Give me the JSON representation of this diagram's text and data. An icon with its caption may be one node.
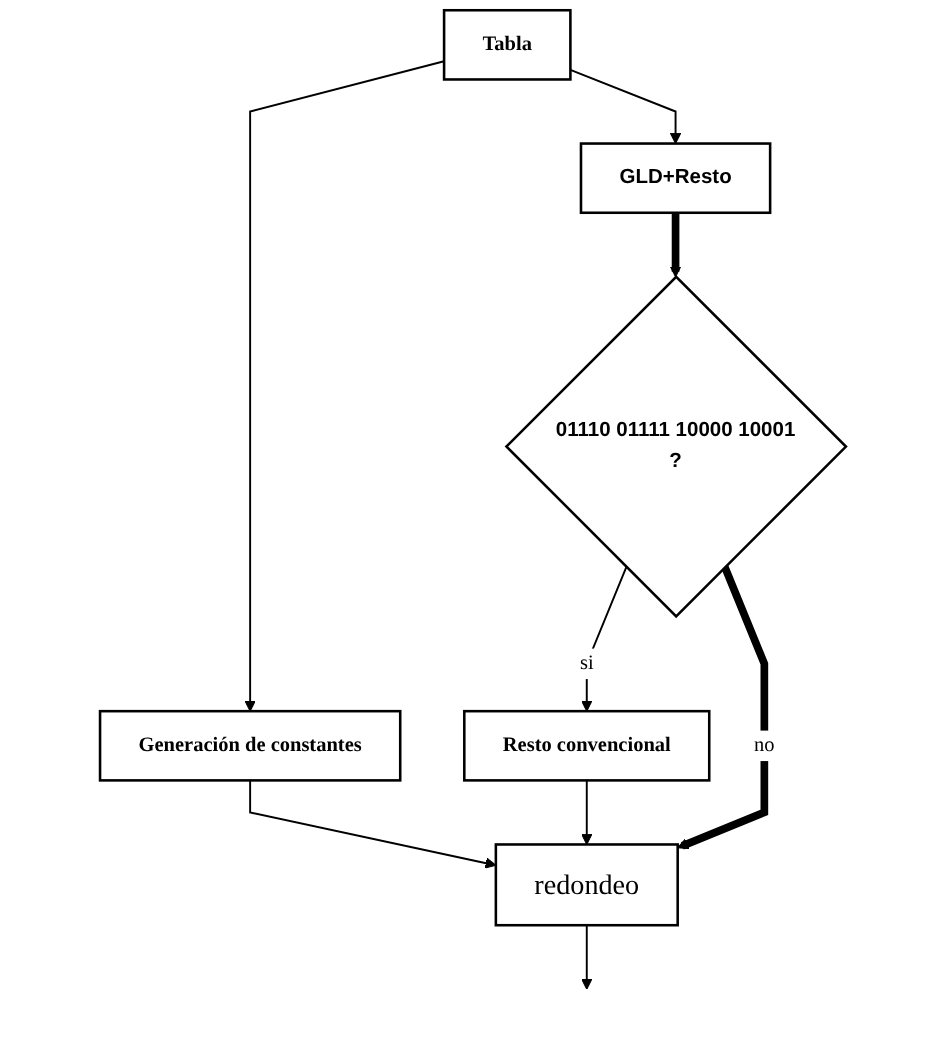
{
  "diagram": {
    "nodes": [
      {
        "text": [
          "Tabla"
        ]
      },
      {
        "text": [
          "Generación de constantes"
        ]
      },
      {
        "text": [
          "GLD+Resto"
        ]
      },
      {
        "text": [
          "01110 01111 10000 10001",
          "?"
        ]
      },
      {
        "text": [
          "Resto convencional"
        ]
      },
      {
        "text": [
          "redondeo"
        ]
      }
    ],
    "edges": [
      {
        "from": 0,
        "to": 1,
        "arrow": "to"
      },
      {
        "from": 0,
        "to": 2,
        "arrow": "to"
      },
      {
        "from": 2,
        "to": 3,
        "arrow": "to",
        "style": "thick"
      },
      {
        "from": 3,
        "to": 4,
        "arrow": "to",
        "label": "si"
      },
      {
        "from": 3,
        "to": 5,
        "arrow": "to",
        "label": "no",
        "style": "thick"
      },
      {
        "from": 1,
        "to": 5,
        "arrow": "to"
      },
      {
        "from": 4,
        "to": 5,
        "arrow": "to"
      },
      {
        "from": 5,
        "to": null,
        "arrow": "to"
      }
    ]
  }
}
